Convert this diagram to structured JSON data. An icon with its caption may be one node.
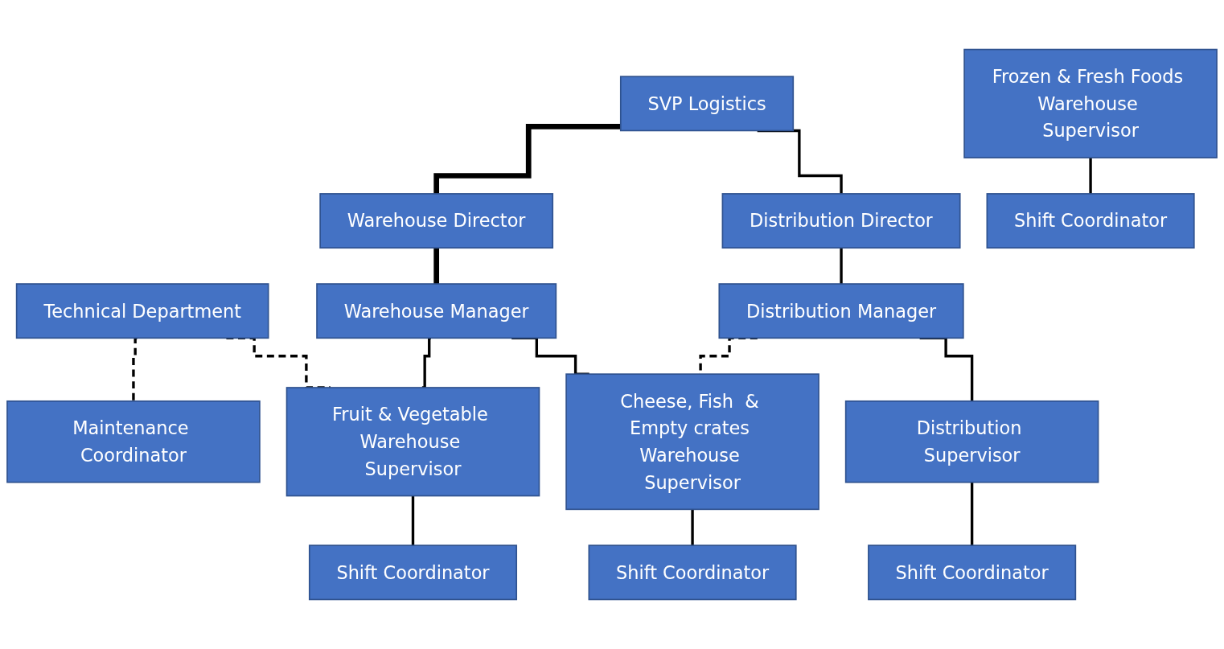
{
  "diagram": {
    "nodes": [
      {
        "text": [
          "SVP Logistics"
        ]
      },
      {
        "text": [
          "Warehouse Director"
        ]
      },
      {
        "text": [
          "Distribution Director"
        ]
      },
      {
        "text": [
          "Technical Department"
        ]
      },
      {
        "text": [
          "Warehouse Manager"
        ]
      },
      {
        "text": [
          "Distribution Manager"
        ]
      },
      {
        "text": [
          "Maintenance Coordinator"
        ]
      },
      {
        "text": [
          "Fruit & Vegetable Warehouse Supervisor"
        ]
      },
      {
        "text": [
          "Frozen & Fresh Foods Warehouse Supervisor"
        ]
      },
      {
        "text": [
          "Cheese, Fish  & Empty crates Warehouse Supervisor"
        ]
      },
      {
        "text": [
          "Distribution Supervisor"
        ]
      },
      {
        "text": [
          "Shift Coordinator"
        ]
      },
      {
        "text": [
          "Shift Coordinator"
        ]
      },
      {
        "text": [
          "Shift Coordinator"
        ]
      },
      {
        "text": [
          "Shift Coordinator"
        ]
      }
    ],
    "edges": [
      {
        "from": 0,
        "to": 1,
        "arrow": "none",
        "style": "thick"
      },
      {
        "from": 0,
        "to": 2,
        "arrow": "none"
      },
      {
        "from": 1,
        "to": 4,
        "arrow": "none",
        "style": "thick"
      },
      {
        "from": 2,
        "to": 5,
        "arrow": "none"
      },
      {
        "from": 3,
        "to": 6,
        "arrow": "none",
        "style": "dashed"
      },
      {
        "from": 3,
        "to": 7,
        "arrow": "none",
        "style": "dashed"
      },
      {
        "from": 4,
        "to": 7,
        "arrow": "none"
      },
      {
        "from": 4,
        "to": 9,
        "arrow": "none"
      },
      {
        "from": 5,
        "to": 9,
        "arrow": "none",
        "style": "dashed"
      },
      {
        "from": 5,
        "to": 10,
        "arrow": "none"
      },
      {
        "from": 7,
        "to": 11,
        "arrow": "none"
      },
      {
        "from": 8,
        "to": 12,
        "arrow": "none"
      },
      {
        "from": 9,
        "to": 13,
        "arrow": "none"
      },
      {
        "from": 10,
        "to": 14,
        "arrow": "none"
      }
    ]
  }
}
